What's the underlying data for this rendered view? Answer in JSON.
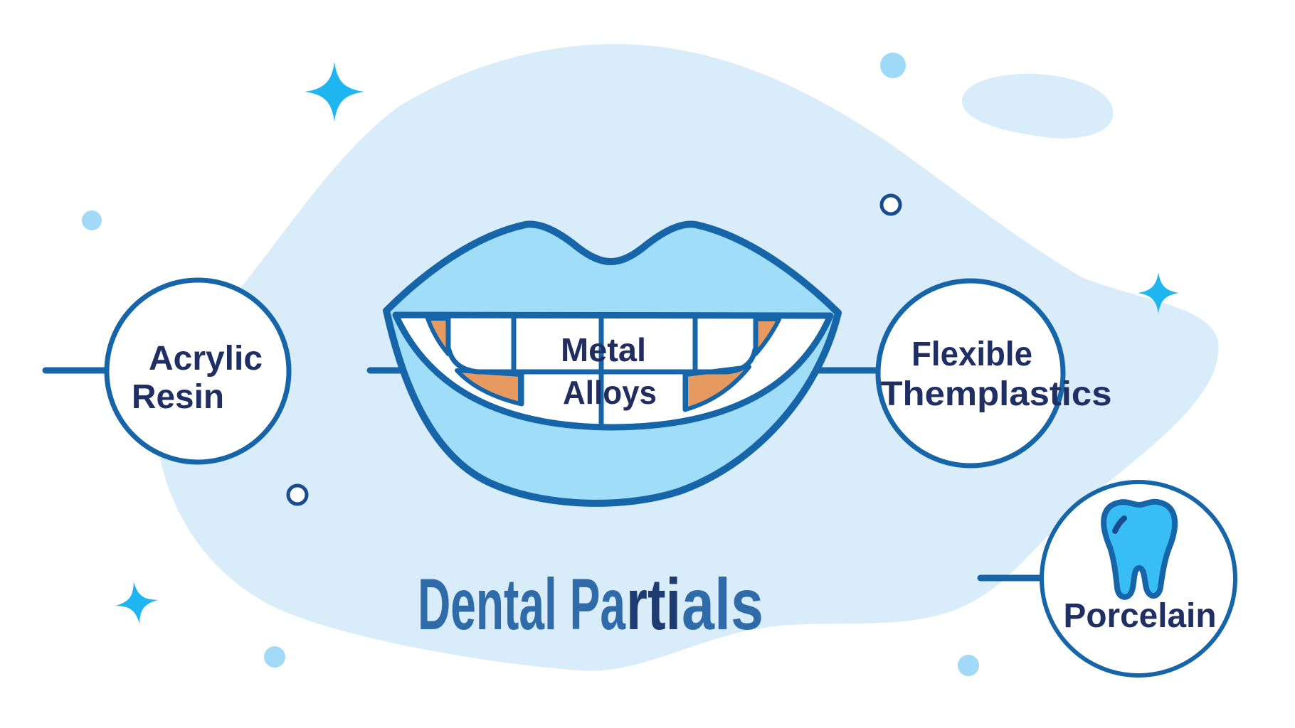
{
  "title": {
    "full": "Dental Partials",
    "part1": "Dental Pa",
    "part2": "rti",
    "part3": "als"
  },
  "mouth_label": {
    "line1": "Metal",
    "line2": "Alloys"
  },
  "nodes": {
    "acrylic": {
      "line1": "Acrylic",
      "line2": "Resin"
    },
    "flexible": {
      "line1": "Flexible",
      "line2": "Themplastics"
    },
    "porcelain": {
      "label": "Porcelain",
      "icon": "tooth-icon"
    }
  },
  "colors": {
    "background": "#ffffff",
    "blob_light_blue": "#d9ecfa",
    "outline_blue": "#1765a9",
    "lip_light_blue": "#a0ddf8",
    "teeth_white": "#ffffff",
    "gap_orange": "#e79a5f",
    "text_navy": "#1f2f63",
    "title_steel_blue": "#2f6ba8",
    "title_dark_navy": "#1e3c72",
    "sparkle_cyan": "#1fb5f1",
    "tooth_cyan": "#38bdf4",
    "dot_light_blue": "#a2d9f7"
  }
}
